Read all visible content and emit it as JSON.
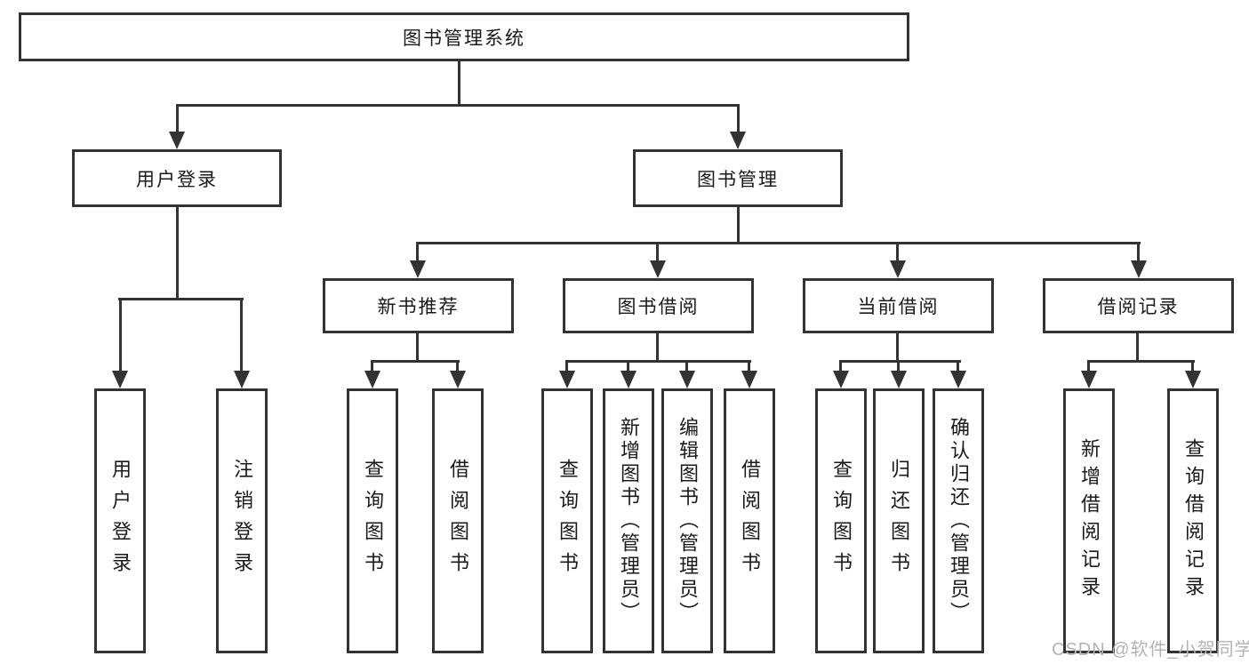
{
  "diagram": {
    "type": "hierarchy-diagram",
    "tree": {
      "label": "图书管理系统",
      "children": [
        {
          "label": "用户登录",
          "children": [
            {
              "label": "用户登录"
            },
            {
              "label": "注销登录"
            }
          ]
        },
        {
          "label": "图书管理",
          "children": [
            {
              "label": "新书推荐",
              "children": [
                {
                  "label": "查询图书"
                },
                {
                  "label": "借阅图书"
                }
              ]
            },
            {
              "label": "图书借阅",
              "children": [
                {
                  "label": "查询图书"
                },
                {
                  "label": "新增图书（管理员）"
                },
                {
                  "label": "编辑图书（管理员）"
                },
                {
                  "label": "借阅图书"
                }
              ]
            },
            {
              "label": "当前借阅",
              "children": [
                {
                  "label": "查询图书"
                },
                {
                  "label": "归还图书"
                },
                {
                  "label": "确认归还（管理员）"
                }
              ]
            },
            {
              "label": "借阅记录",
              "children": [
                {
                  "label": "新增借阅记录"
                },
                {
                  "label": "查询借阅记录"
                }
              ]
            }
          ]
        }
      ]
    },
    "colors": {
      "line": "#333333",
      "text": "#1a1a1a",
      "watermark": "#b3b3b3",
      "background": "#ffffff"
    }
  },
  "watermark": {
    "text": "CSDN @软件_小贺同学"
  }
}
